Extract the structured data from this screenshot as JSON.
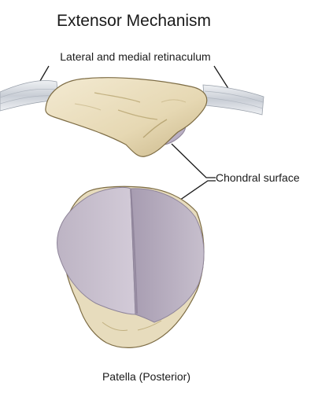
{
  "figure": {
    "title": "Extensor Mechanism",
    "caption": "Patella (Posterior)",
    "labels": {
      "retinaculum": "Lateral and medial retinaculum",
      "chondral": "Chondral surface"
    }
  },
  "colors": {
    "bone": "#eadfbf",
    "bone_shade": "#cdbd8f",
    "cartilage": "#c5bccb",
    "cartilage_dark": "#9e93a8",
    "retinaculum": "#d3d8df",
    "line": "#1a1a1a"
  }
}
